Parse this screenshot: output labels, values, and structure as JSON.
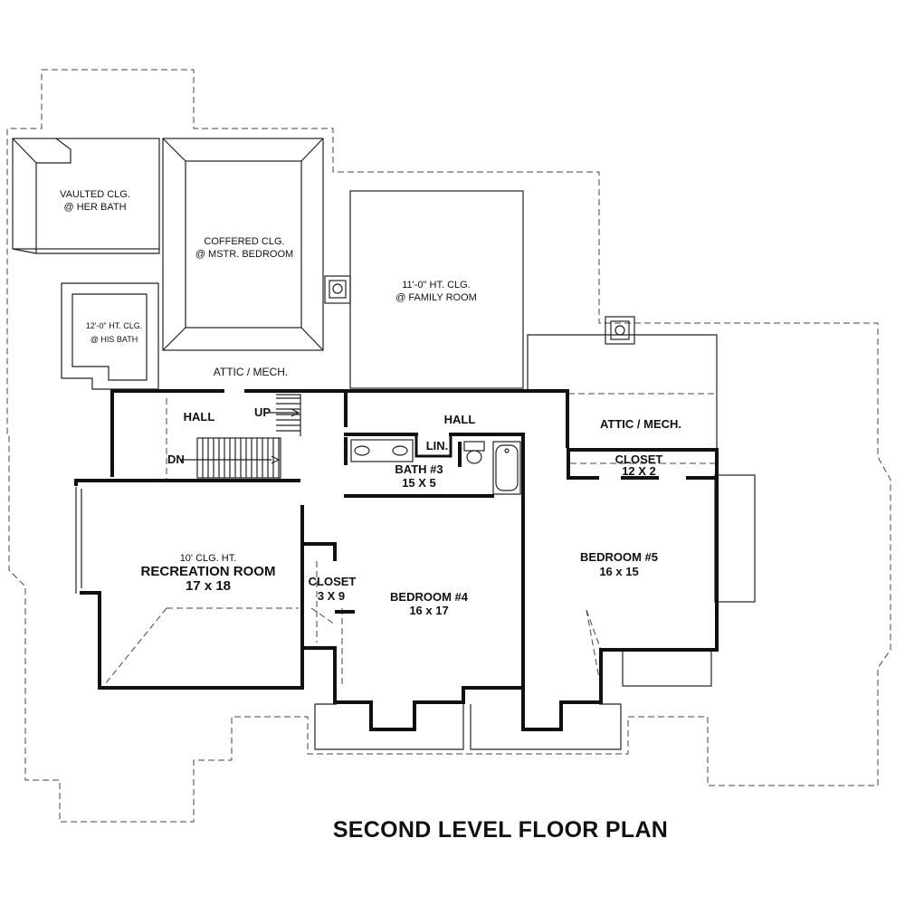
{
  "title": "SECOND LEVEL FLOOR PLAN",
  "ceilings": {
    "her_bath": [
      "VAULTED CLG.",
      "@ HER BATH"
    ],
    "master_bedroom": [
      "COFFERED CLG.",
      "@ MSTR. BEDROOM"
    ],
    "his_bath": [
      "12'-0\" HT. CLG.",
      "@ HIS BATH"
    ],
    "family_room": [
      "11'-0\" HT. CLG.",
      "@ FAMILY ROOM"
    ]
  },
  "rooms": {
    "attic_top": "ATTIC / MECH.",
    "attic_right": "ATTIC / MECH.",
    "hall_left": "HALL",
    "hall_center": "HALL",
    "stair_up": "UP",
    "stair_down": "DN",
    "linen": "LIN.",
    "bath3": {
      "name": "BATH #3",
      "size": "15 X 5"
    },
    "closet_right": {
      "name": "CLOSET",
      "size": "12 X 2"
    },
    "recreation": {
      "note": "10' CLG. HT.",
      "name": "RECREATION ROOM",
      "size": "17 x 18"
    },
    "closet_left": {
      "name": "CLOSET",
      "size": "3 X 9"
    },
    "bedroom4": {
      "name": "BEDROOM #4",
      "size": "16 x 17"
    },
    "bedroom5": {
      "name": "BEDROOM #5",
      "size": "16 x 15"
    }
  }
}
